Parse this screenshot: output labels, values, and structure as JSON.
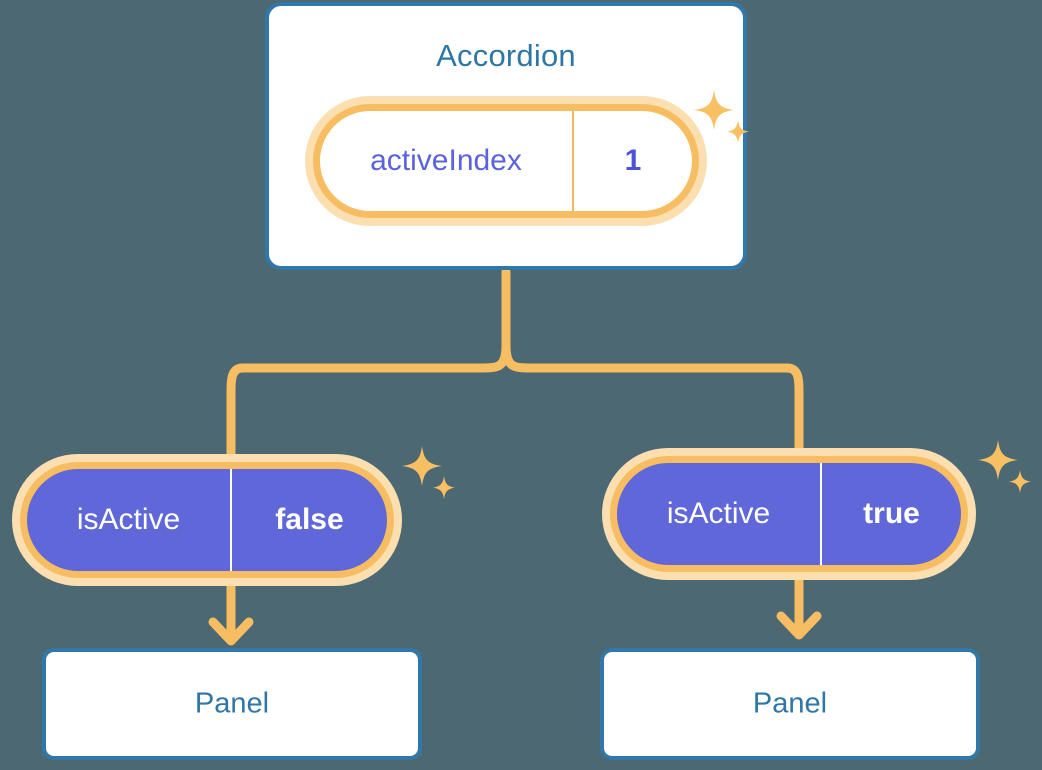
{
  "diagram": {
    "title_node": {
      "label": "Accordion",
      "state": {
        "key": "activeIndex",
        "value": "1"
      }
    },
    "branches": [
      {
        "state": {
          "key": "isActive",
          "value": "false"
        },
        "child": {
          "label": "Panel"
        }
      },
      {
        "state": {
          "key": "isActive",
          "value": "true"
        },
        "child": {
          "label": "Panel"
        }
      }
    ],
    "icons": {
      "sparkle": "sparkle-icon",
      "arrow": "arrow-down-icon"
    },
    "colors": {
      "background": "#4c6872",
      "card_border": "#3178a8",
      "card_fill": "#ffffff",
      "title_text": "#2e76a5",
      "pill_ring": "#f7bd62",
      "pill_halo": "#fbdfb0",
      "pill_fill_active": "#6067d8",
      "state_key_text": "#5c62dc",
      "state_value_text": "#4b54d6",
      "connector": "#f7bd62",
      "leaf_text": "#ffffff"
    }
  }
}
